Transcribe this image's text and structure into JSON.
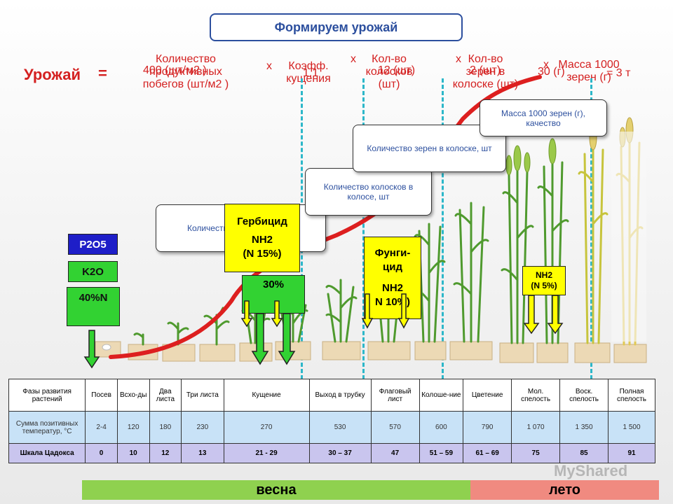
{
  "title": "Формируем урожай",
  "formula": {
    "harvest_label": "Урожай",
    "equals": "=",
    "term1_line1": "Количество",
    "term1_line2": "продуктивных",
    "term1_line3": "побегов (шт/м2 )",
    "term1_value": "400 (шт/м2 )",
    "term2_x": "x",
    "term2_line1": "Коэфф.",
    "term2_line2": "кущения",
    "term2_value": "1,1",
    "term3_x": "x",
    "term3_line1": "Кол-во",
    "term3_line2": "колосков",
    "term3_line3": "(шт)",
    "term3_value": "12 (шт)",
    "term4_x": "x",
    "term4_line1": "Кол-во",
    "term4_line2": "зерен в",
    "term4_line3": "колоске (шт)",
    "term4_value": "2 (шт)",
    "term5_x": "x",
    "term5_line1": "Масса 1000",
    "term5_line2": "зерен (г)",
    "term5_value": "30 (г)",
    "result": "= 3 т"
  },
  "callouts": {
    "shoots": "Количество побегов на 1м2",
    "spikelets": "Количество колосков в колосе, шт",
    "grains": "Количество зерен в колоске, шт",
    "mass": "Масса 1000 зерен (г), качество"
  },
  "nutrients": {
    "p2o5": "P2O5",
    "k2o": "K2O",
    "n40": "40%N",
    "herbicide_title": "Гербицид",
    "herbicide_nh2": "NH2",
    "herbicide_pct": "(N 15%)",
    "n30": "30%",
    "fungicide_title": "Фунги-",
    "fungicide_title2": "цид",
    "fungicide_nh2": "NH2",
    "fungicide_pct": "N 10%)",
    "late_nh2": "NH2",
    "late_pct": "(N 5%)"
  },
  "table": {
    "headers": [
      "Фазы развития растений",
      "Посев",
      "Всхо-ды",
      "Два листа",
      "Три листа",
      "Кущение",
      "Выход в трубку",
      "Флаговый лист",
      "Колоше-ние",
      "Цветение",
      "Мол. спелость",
      "Воск. спелость",
      "Полная спелость"
    ],
    "temps": [
      "Сумма позитивных температур, °С",
      "2-4",
      "120",
      "180",
      "230",
      "270",
      "530",
      "570",
      "600",
      "790",
      "1 070",
      "1 350",
      "1 500"
    ],
    "zadoks": [
      "Шкала Цадокса",
      "0",
      "10",
      "12",
      "13",
      "21 - 29",
      "30 – 37",
      "47",
      "51 – 59",
      "61 – 69",
      "75",
      "85",
      "91"
    ]
  },
  "seasons": {
    "spring": "весна",
    "summer": "лето"
  },
  "watermark": "MyShared",
  "colors": {
    "title_blue": "#2c4f9e",
    "formula_red": "#d42020",
    "curve_red": "#dd1f1f",
    "dash_cyan": "#2cb7c9",
    "nutrient_green": "#32d232",
    "nutrient_yellow": "#ffff00",
    "p2o5_blue": "#1e1ec8",
    "spring_green": "#8fd14f",
    "summer_red": "#f08a80"
  }
}
